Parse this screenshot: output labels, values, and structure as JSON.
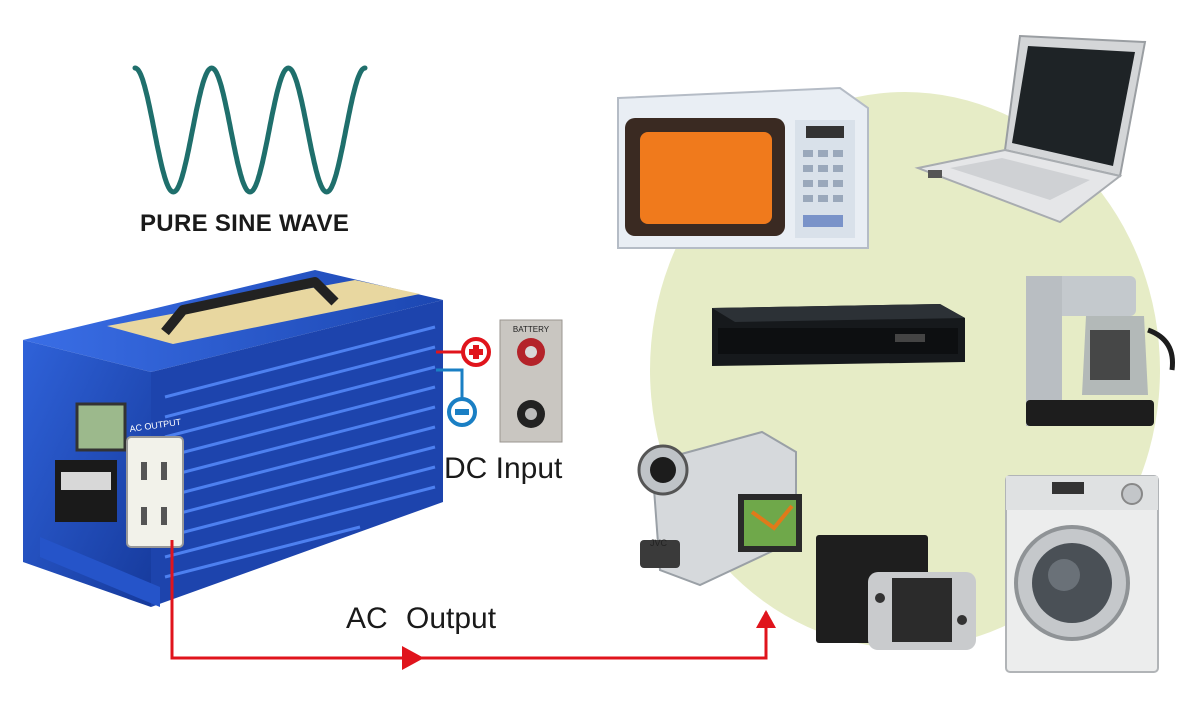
{
  "wave_title": "PURE SINE WAVE",
  "dc_input_label": "DC Input",
  "ac_output_label": "AC  Output",
  "battery_label": "BATTERY",
  "inverter_output_label": "AC OUTPUT",
  "camcorder_brand": "JVC",
  "colors": {
    "wave": "#1f6f6c",
    "positive_wire": "#e0141c",
    "negative_wire": "#1a7fc4",
    "ac_line": "#e0141c",
    "inverter_body": "#1f49b8",
    "backdrop_circle": "#e6ecc6"
  },
  "icons": [
    "sine-wave-icon",
    "positive-terminal-icon",
    "negative-terminal-icon",
    "battery-terminal-icon",
    "inverter-icon",
    "microwave-icon",
    "laptop-icon",
    "bluray-player-icon",
    "coffee-maker-icon",
    "camcorder-icon",
    "game-console-icon",
    "washing-machine-icon"
  ]
}
